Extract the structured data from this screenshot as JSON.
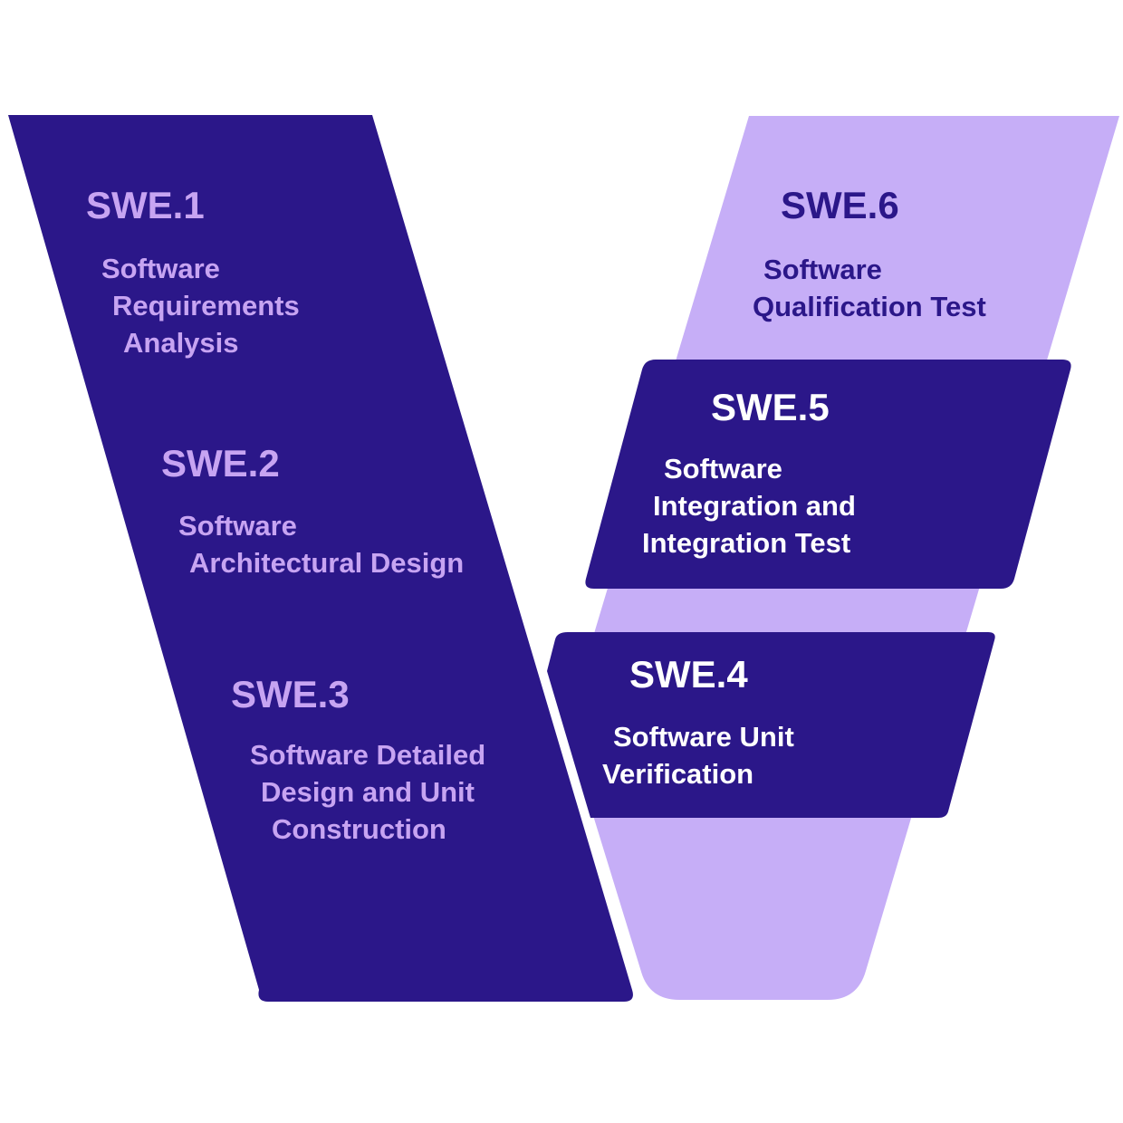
{
  "colors": {
    "dark_indigo": "#2B1789",
    "lavender": "#C6AEF7",
    "left_arm_text": "#C7A4F2",
    "box_text": "#FFFFFF",
    "background": "#FFFFFF"
  },
  "diagram": {
    "kind": "software-engineering-v-model"
  },
  "processes": {
    "swe1": {
      "label": "SWE.1",
      "lines": [
        "Software",
        "Requirements",
        "Analysis"
      ]
    },
    "swe2": {
      "label": "SWE.2",
      "lines": [
        "Software",
        "Architectural Design"
      ]
    },
    "swe3": {
      "label": "SWE.3",
      "lines": [
        "Software Detailed",
        "Design and Unit",
        "Construction"
      ]
    },
    "swe4": {
      "label": "SWE.4",
      "lines": [
        "Software Unit",
        "Verification"
      ]
    },
    "swe5": {
      "label": "SWE.5",
      "lines": [
        "Software",
        "Integration and",
        "Integration Test"
      ]
    },
    "swe6": {
      "label": "SWE.6",
      "lines": [
        "Software",
        "Qualification Test"
      ]
    }
  }
}
